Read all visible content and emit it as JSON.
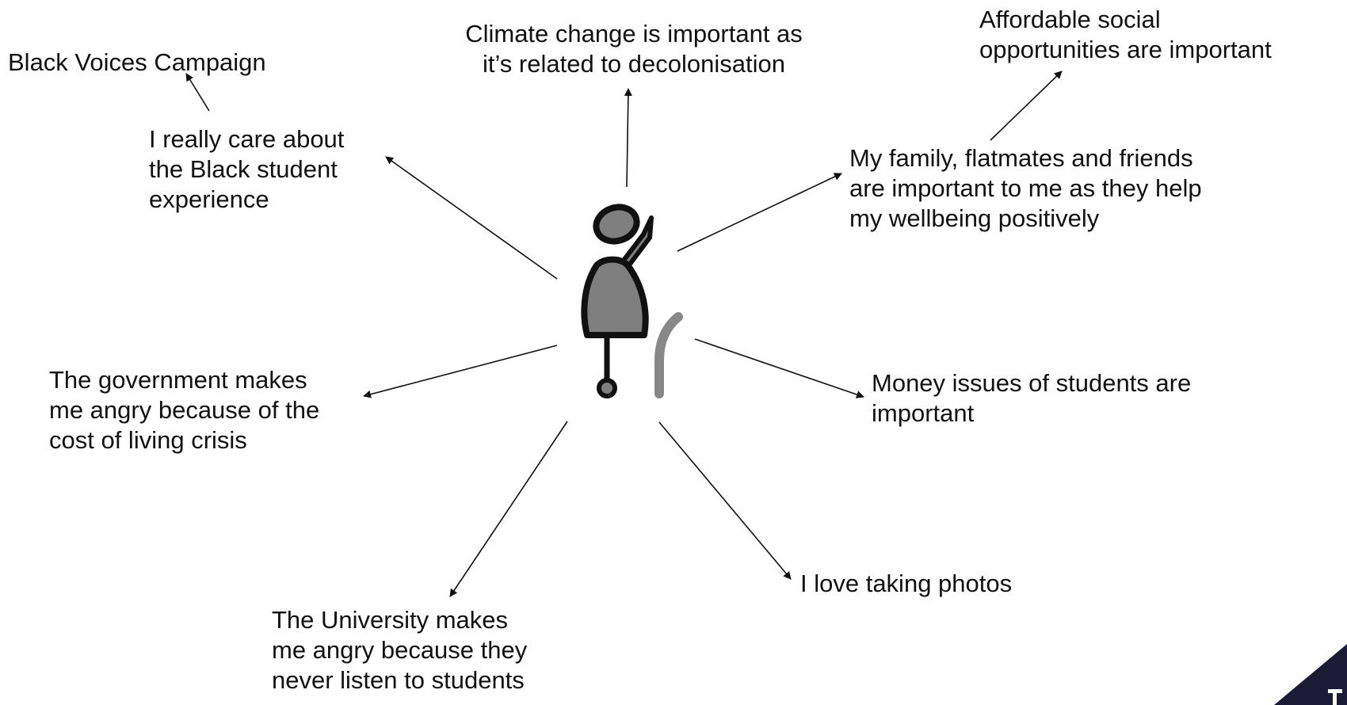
{
  "labels": {
    "black_voices": "Black Voices Campaign",
    "climate": "Climate change is important as\nit’s related to decolonisation",
    "affordable_social": "Affordable social\nopportunities are important",
    "black_student": "I really care about\nthe Black student\nexperience",
    "family": "My family, flatmates and friends\nare important to me as they help\nmy wellbeing positively",
    "government": "The government makes\nme angry because of the\ncost of living crisis",
    "money": "Money issues of students are\nimportant",
    "photos": "I love taking photos",
    "university": "The University makes\nme angry because they\nnever listen to students"
  },
  "colors": {
    "line": "#111111",
    "figure_fill": "#7f7f7f",
    "corner": "#1c1b36"
  },
  "icons": {
    "center": "person-raising-hand-icon"
  }
}
